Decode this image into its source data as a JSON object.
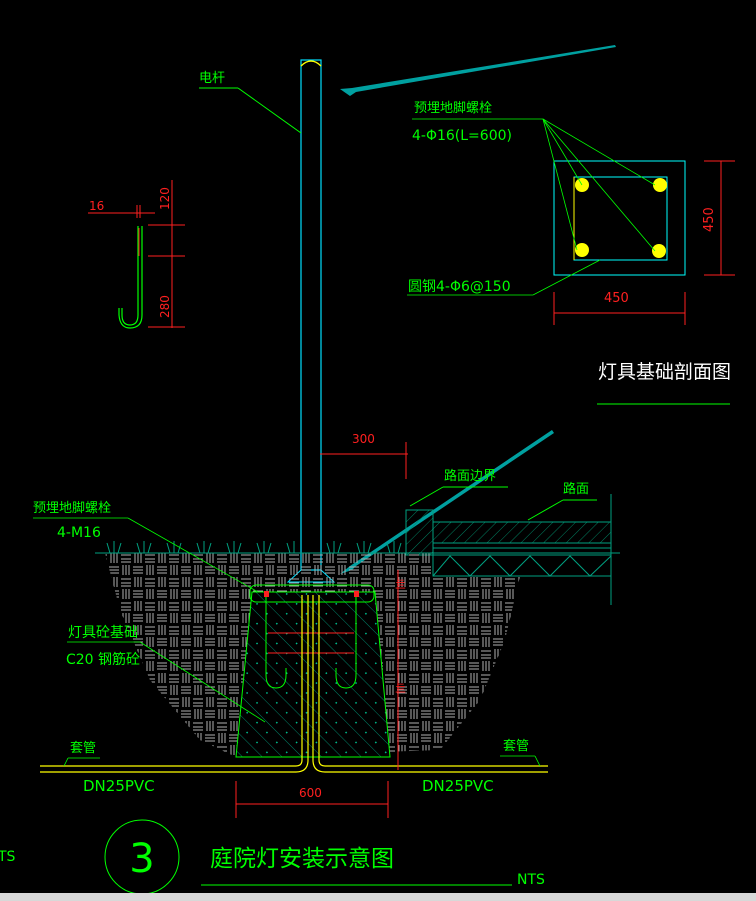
{
  "drawing": {
    "pole_label": "电杆",
    "section": {
      "bolt_label": "预埋地脚螺栓",
      "bolt_spec": "4-Φ16(L=600)",
      "rebar_label": "圆钢4-Φ6@150",
      "dim_width": "450",
      "dim_height": "450",
      "title": "灯具基础剖面图"
    },
    "jbolt": {
      "dim_diameter": "16",
      "dim_thread": "120",
      "dim_length": "280"
    },
    "elevation": {
      "dim_offset": "300",
      "road_edge_label": "路面边界",
      "road_label": "路面",
      "anchor_label": "预埋地脚螺栓",
      "anchor_spec": "4-M16",
      "foundation_label": "灯具砼基础",
      "foundation_spec": "C20 钢筋砼",
      "sleeve_left_label": "套管",
      "sleeve_right_label": "套管",
      "pipe_left": "DN25PVC",
      "pipe_right": "DN25PVC",
      "dim_base": "600"
    },
    "title_block": {
      "number": "3",
      "title": "庭院灯安装示意图",
      "scale": "NTS",
      "scale_left_partial": "TS"
    },
    "colors": {
      "green": "#00ff00",
      "red": "#ff2020",
      "cyan": "#00ffff",
      "yellow": "#ffff00",
      "teal": "#00a0a0"
    }
  }
}
